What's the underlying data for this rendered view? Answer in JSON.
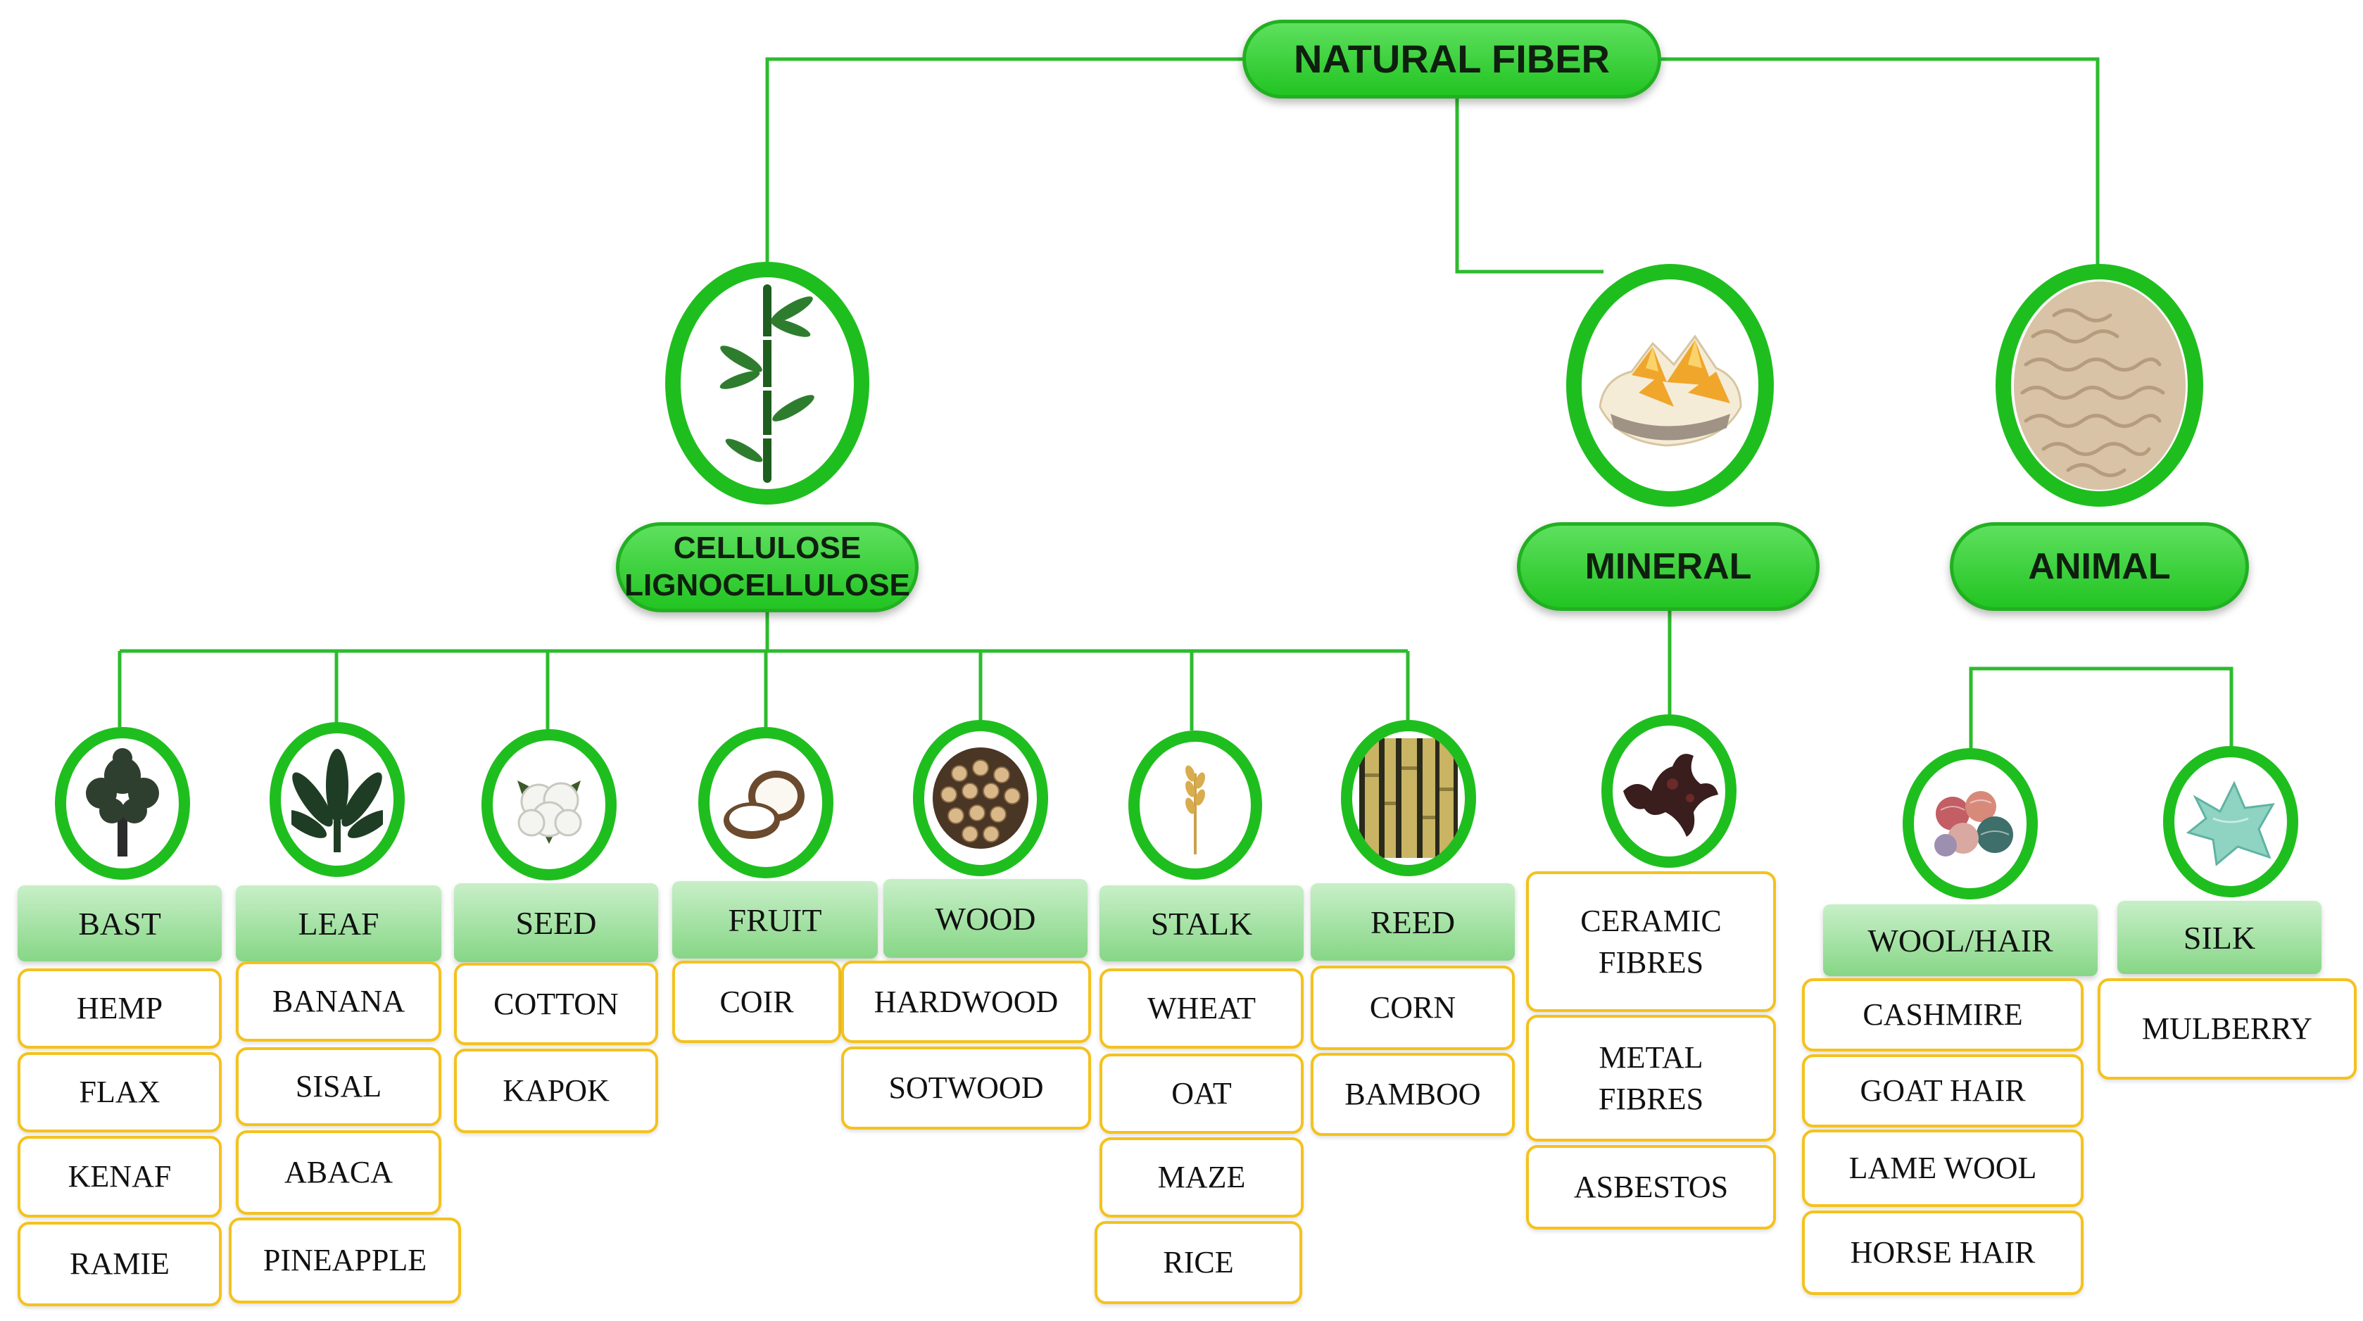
{
  "root": {
    "label": "NATURAL FIBER"
  },
  "categories": {
    "cellulose": {
      "line1": "CELLULOSE",
      "line2": "LIGNOCELLULOSE",
      "icon": "bamboo-icon"
    },
    "mineral": {
      "label": "MINERAL",
      "icon": "crystal-icon"
    },
    "animal": {
      "label": "ANIMAL",
      "icon": "fleece-icon"
    }
  },
  "cellulose_groups": [
    {
      "label": "BAST",
      "icon": "tree-icon",
      "items": [
        "HEMP",
        "FLAX",
        "KENAF",
        "RAMIE"
      ]
    },
    {
      "label": "LEAF",
      "icon": "leaf-plant-icon",
      "items": [
        "BANANA",
        "SISAL",
        "ABACA",
        "PINEAPPLE"
      ]
    },
    {
      "label": "SEED",
      "icon": "cotton-boll-icon",
      "items": [
        "COTTON",
        "KAPOK"
      ]
    },
    {
      "label": "FRUIT",
      "icon": "coconut-icon",
      "items": [
        "COIR"
      ]
    },
    {
      "label": "WOOD",
      "icon": "log-pile-icon",
      "items": [
        "HARDWOOD",
        "SOTWOOD"
      ]
    },
    {
      "label": "STALK",
      "icon": "wheat-icon",
      "items": [
        "WHEAT",
        "OAT",
        "MAZE",
        "RICE"
      ]
    },
    {
      "label": "REED",
      "icon": "bamboo-stalks-icon",
      "items": [
        "CORN",
        "BAMBOO"
      ]
    }
  ],
  "mineral_items": {
    "icon": "asbestos-fiber-icon",
    "items": [
      [
        "CERAMIC",
        "FIBRES"
      ],
      [
        "METAL",
        "FIBRES"
      ],
      [
        "ASBESTOS"
      ]
    ]
  },
  "animal_groups": [
    {
      "label": "WOOL/HAIR",
      "icon": "yarn-balls-icon",
      "items": [
        "CASHMIRE",
        "GOAT HAIR",
        "LAME WOOL",
        "HORSE HAIR"
      ]
    },
    {
      "label": "SILK",
      "icon": "silk-cloth-icon",
      "items": [
        "MULBERRY"
      ]
    }
  ],
  "colors": {
    "line": "#2dbb2d",
    "pill": "#2ecc2e",
    "ring": "#1fbe1f",
    "header": "#a7e2a7",
    "item_border": "#f4c21c"
  }
}
